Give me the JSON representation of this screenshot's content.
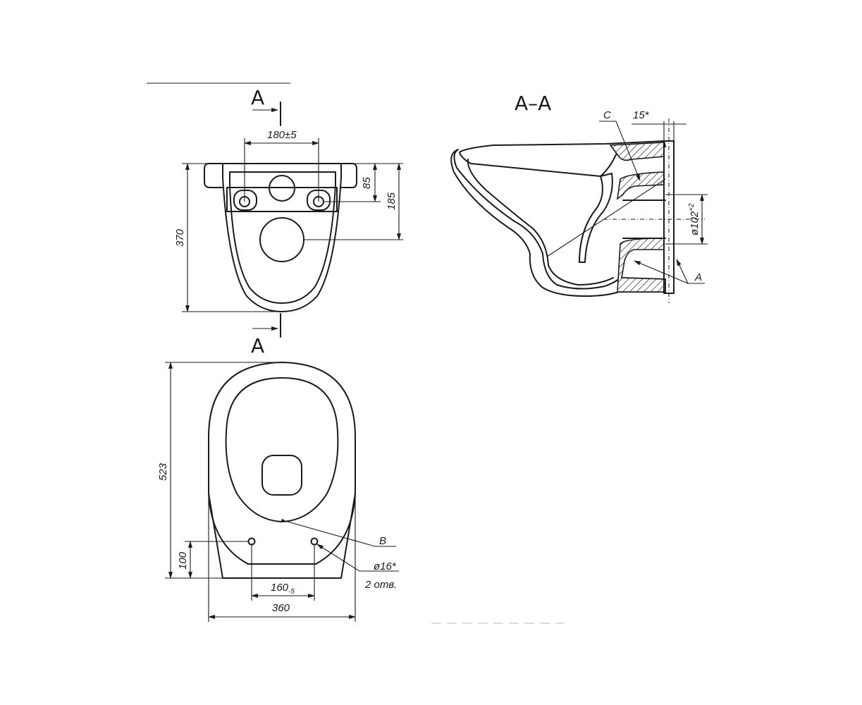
{
  "section_marks": {
    "top_letter": "A",
    "bottom_letter": "A",
    "section_title": "A–A"
  },
  "back_view": {
    "dim_hole_spacing": "180±5",
    "dim_85": "85",
    "dim_185": "185",
    "dim_height": "370"
  },
  "top_view": {
    "dim_length": "523",
    "dim_100": "100",
    "dim_160": "160",
    "dim_160_tol": "-5",
    "dim_width": "360",
    "label_b": "B",
    "hole_diameter": "ø16*",
    "hole_count": "2 отв."
  },
  "section_view": {
    "label_c": "C",
    "dim_15": "15*",
    "outlet_diameter": "ø102",
    "outlet_tol": "+2",
    "label_a": "A"
  }
}
